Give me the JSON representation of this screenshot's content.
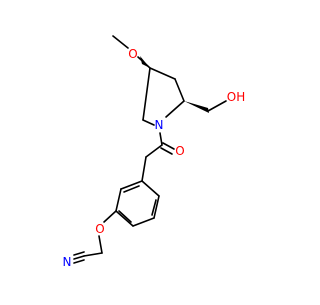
{
  "molecule": {
    "atom_labels": {
      "methoxy_oxygen": "O",
      "hydroxyl": "OH",
      "ring_nitrogen": "N",
      "carbonyl_oxygen": "O",
      "ether_oxygen": "O",
      "nitrile_nitrogen": "N"
    },
    "colors": {
      "bond": "#000000",
      "oxygen": "#ff0000",
      "nitrogen": "#0000ff"
    }
  }
}
